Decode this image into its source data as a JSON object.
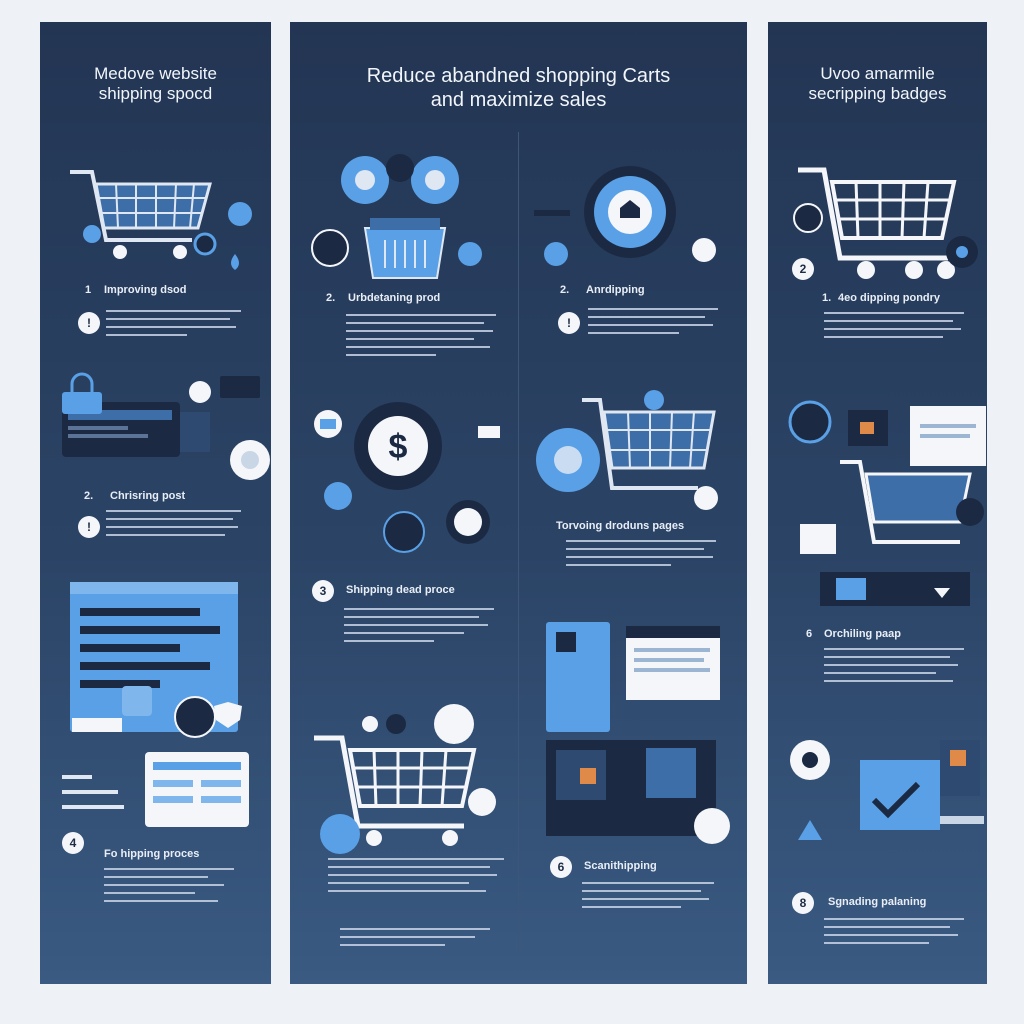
{
  "panels": {
    "left": {
      "title_line1": "Medove website",
      "title_line2": "shipping spocd",
      "steps": [
        {
          "number": "1",
          "title": "Improving dsod"
        },
        {
          "number": "2.",
          "title": "Chrisring post"
        },
        {
          "number": "4",
          "title": "Fo hipping proces"
        }
      ]
    },
    "center": {
      "title_line1": "Reduce abandned shopping Carts",
      "title_line2": "and maximize sales",
      "steps": [
        {
          "number": "2.",
          "title": "Urbdetaning prod"
        },
        {
          "number": "2.",
          "title": "Anrdipping"
        },
        {
          "number": "3",
          "title": "Shipping dead proce"
        },
        {
          "number": "",
          "title": "Torvoing droduns pages"
        },
        {
          "number": "6",
          "title": "Scanithipping"
        }
      ]
    },
    "right": {
      "title_line1": "Uvoo amarmile",
      "title_line2": "secripping badges",
      "steps": [
        {
          "number": "2",
          "title": ""
        },
        {
          "number": "1.",
          "title": "4eo dipping pondry"
        },
        {
          "number": "6",
          "title": "Orchiling paap"
        },
        {
          "number": "8",
          "title": "Sgnading palaning"
        }
      ]
    }
  },
  "colors": {
    "panel": "#2b4466",
    "accent": "#5aa0e6",
    "light": "#f4f6fa"
  }
}
